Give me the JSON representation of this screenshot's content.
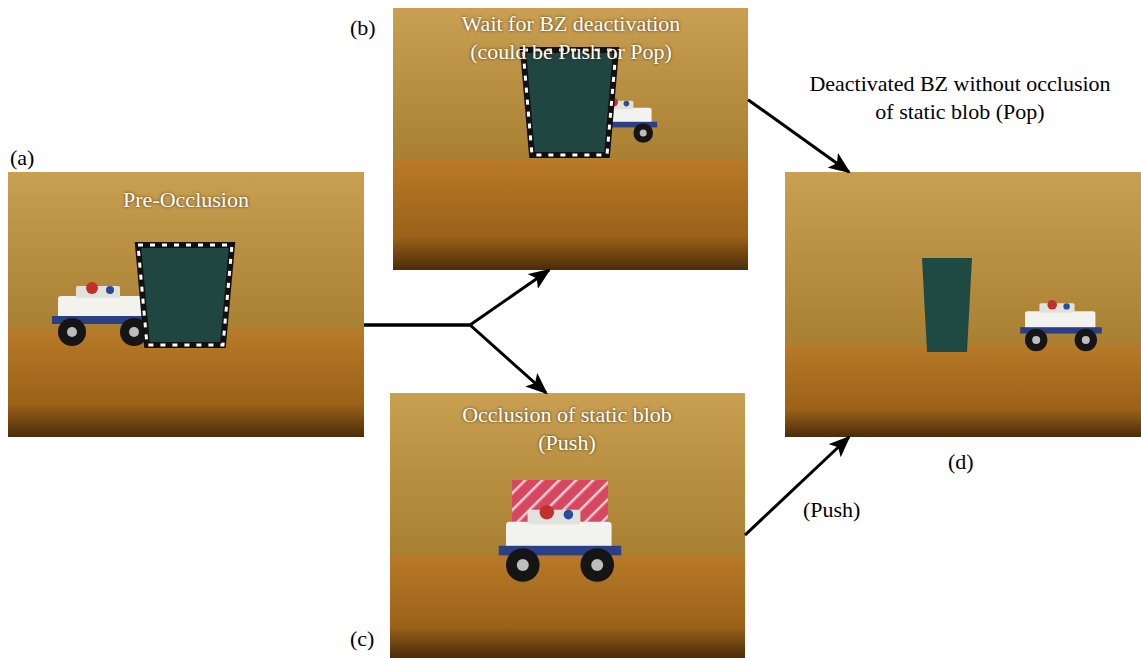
{
  "diagram": {
    "nodes": [
      {
        "text": [
          "(a)",
          "Pre-Occlusion"
        ]
      },
      {
        "text": [
          "(b)",
          "Wait for BZ deactivation (could be Push or Pop)"
        ]
      },
      {
        "text": [
          "(c)",
          "Occlusion of static blob (Push)"
        ]
      },
      {
        "text": [
          "Deactivated BZ without occlusion of static blob (Pop)",
          "(d)"
        ]
      }
    ],
    "edges": [
      {
        "from": 0,
        "to": 1,
        "arrow": "to"
      },
      {
        "from": 0,
        "to": 2,
        "arrow": "to"
      },
      {
        "from": 1,
        "to": 3,
        "arrow": "to"
      },
      {
        "from": 2,
        "to": 3,
        "label": "(Push)",
        "arrow": "to"
      }
    ]
  }
}
